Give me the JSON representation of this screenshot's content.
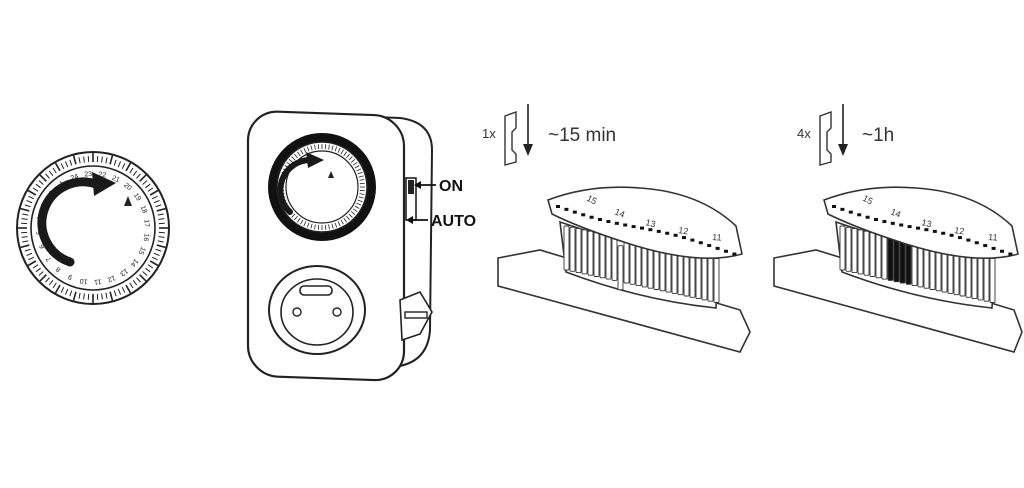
{
  "dial": {
    "hour_numbers": [
      "24",
      "23",
      "22",
      "21",
      "20",
      "19",
      "18",
      "17",
      "16",
      "15",
      "14",
      "13",
      "12",
      "11",
      "10",
      "9",
      "8",
      "7",
      "6",
      "5",
      "4",
      "3",
      "2",
      "1"
    ]
  },
  "timer": {
    "switch_on_label": "ON",
    "switch_auto_label": "AUTO"
  },
  "pins_15min": {
    "multiplier": "1x",
    "duration": "~15 min",
    "ring_numbers": [
      "15",
      "14",
      "13",
      "12",
      "11"
    ]
  },
  "pins_1h": {
    "multiplier": "4x",
    "duration": "~1h",
    "ring_numbers": [
      "15",
      "14",
      "13",
      "12",
      "11"
    ]
  }
}
